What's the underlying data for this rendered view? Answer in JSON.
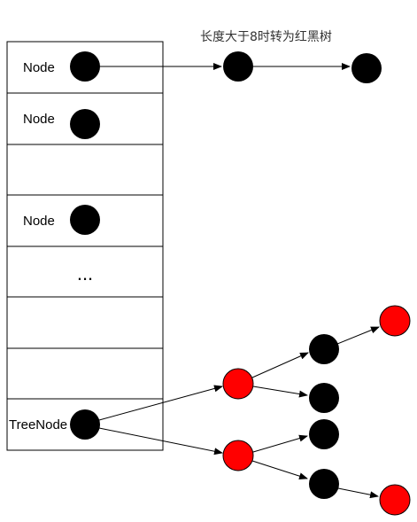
{
  "colors": {
    "black_node": "#000000",
    "red_node": "#ff0000",
    "cell_border": "#000000",
    "line": "#000000"
  },
  "table": {
    "cells": [
      {
        "label": "Node"
      },
      {
        "label": "Node"
      },
      {
        "label": ""
      },
      {
        "label": "Node"
      },
      {
        "label": "..."
      },
      {
        "label": ""
      },
      {
        "label": ""
      },
      {
        "label": "TreeNode"
      }
    ]
  },
  "note": {
    "text": "长度大于8时转为红黑树"
  }
}
